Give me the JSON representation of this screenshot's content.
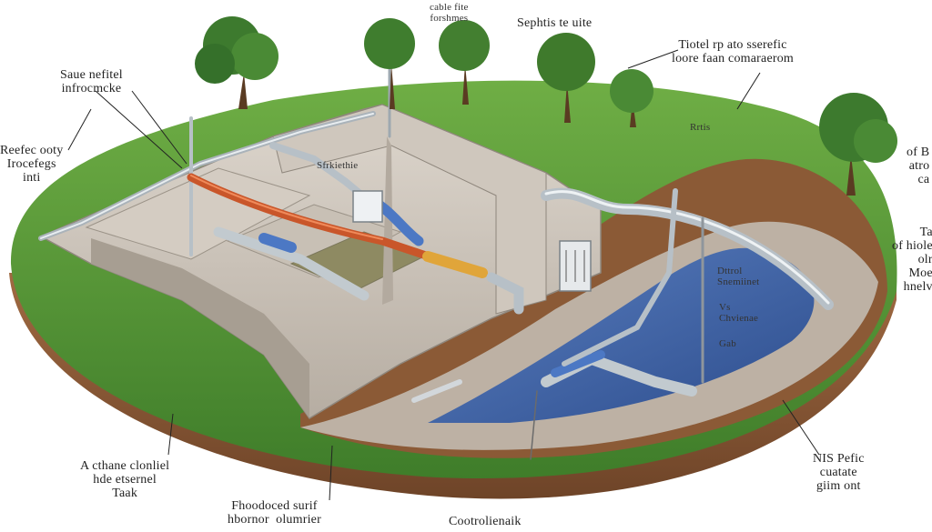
{
  "labels": {
    "top_center_small": "cable fite\nforshmes",
    "top_center": "Sephtis te uite",
    "top_right": "Tiotel rp ato sserefic\nloore faan comaraerom",
    "top_left": "Saue nefitel\ninfrocmcke",
    "left_upper": "Reefec ooty\nIrocefegs\ninti",
    "tank_inner": "Sfrkiethie",
    "right_upper": "of B\natro\nca",
    "right_middle": "Ta\nof hiole\nolr\nMoe\nhnelv",
    "right_grass": "Rrtis",
    "tank_water_1": "Dttrol\nSnemiinet",
    "tank_water_2": "Vs\nChvienae",
    "tank_water_3": "Gab",
    "bottom_left": "A cthane clonliel\nhde etsernel\nTaak",
    "bottom_right": "NIS Pefic\ncuatate\ngiim ont",
    "bottom_center_left": "Fhoodoced surif\nhbornor  olumrier",
    "bottom_center": "Cootrolienaik"
  },
  "colors": {
    "grass": "#5b9a3a",
    "soil": "#8a5a38",
    "gravel": "#b9aea2",
    "concrete": "#c9c1b8",
    "water": "#3f64a8",
    "pipe": "#cfd6dc",
    "hot_pipe": "#c9562a"
  }
}
